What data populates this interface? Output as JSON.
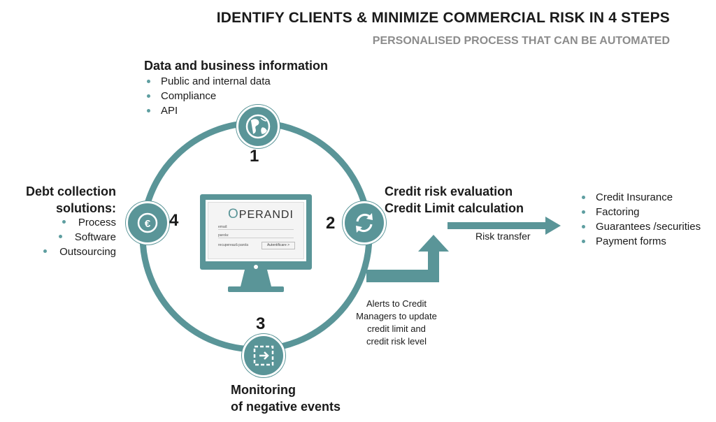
{
  "header": {
    "title": "IDENTIFY CLIENTS & MINIMIZE COMMERCIAL RISK IN 4 STEPS",
    "subtitle": "PERSONALISED PROCESS THAT CAN BE AUTOMATED"
  },
  "step1": {
    "number": "1",
    "heading": "Data and business information",
    "items": [
      "Public and internal data",
      "Compliance",
      "API"
    ],
    "icon": "globe-icon"
  },
  "step2": {
    "number": "2",
    "heading_line1": "Credit risk evaluation",
    "heading_line2": "Credit Limit calculation",
    "icon": "refresh-icon"
  },
  "step3": {
    "number": "3",
    "heading_line1": "Monitoring",
    "heading_line2": "of negative events",
    "icon": "exit-box-icon"
  },
  "step4": {
    "number": "4",
    "heading_line1": "Debt collection",
    "heading_line2": "solutions:",
    "items": [
      "Process",
      "Software",
      "Outsourcing"
    ],
    "icon": "euro-icon"
  },
  "risk_transfer": {
    "label": "Risk transfer",
    "items": [
      "Credit Insurance",
      "Factoring",
      "Guarantees /securities",
      "Payment forms"
    ]
  },
  "alerts": {
    "lines": [
      "Alerts to Credit",
      "Managers to update",
      "credit limit and",
      "credit risk level"
    ]
  },
  "monitor": {
    "logo_o": "O",
    "logo_text": "PERANDI",
    "field_email": "email:",
    "field_password": "parola:",
    "link_text": "recuperează parola",
    "button_text": "Autentificare >"
  },
  "colors": {
    "teal": "#5a9598",
    "accent_line": "#5e9ea0",
    "subtitle_grey": "#8c8c8c"
  }
}
